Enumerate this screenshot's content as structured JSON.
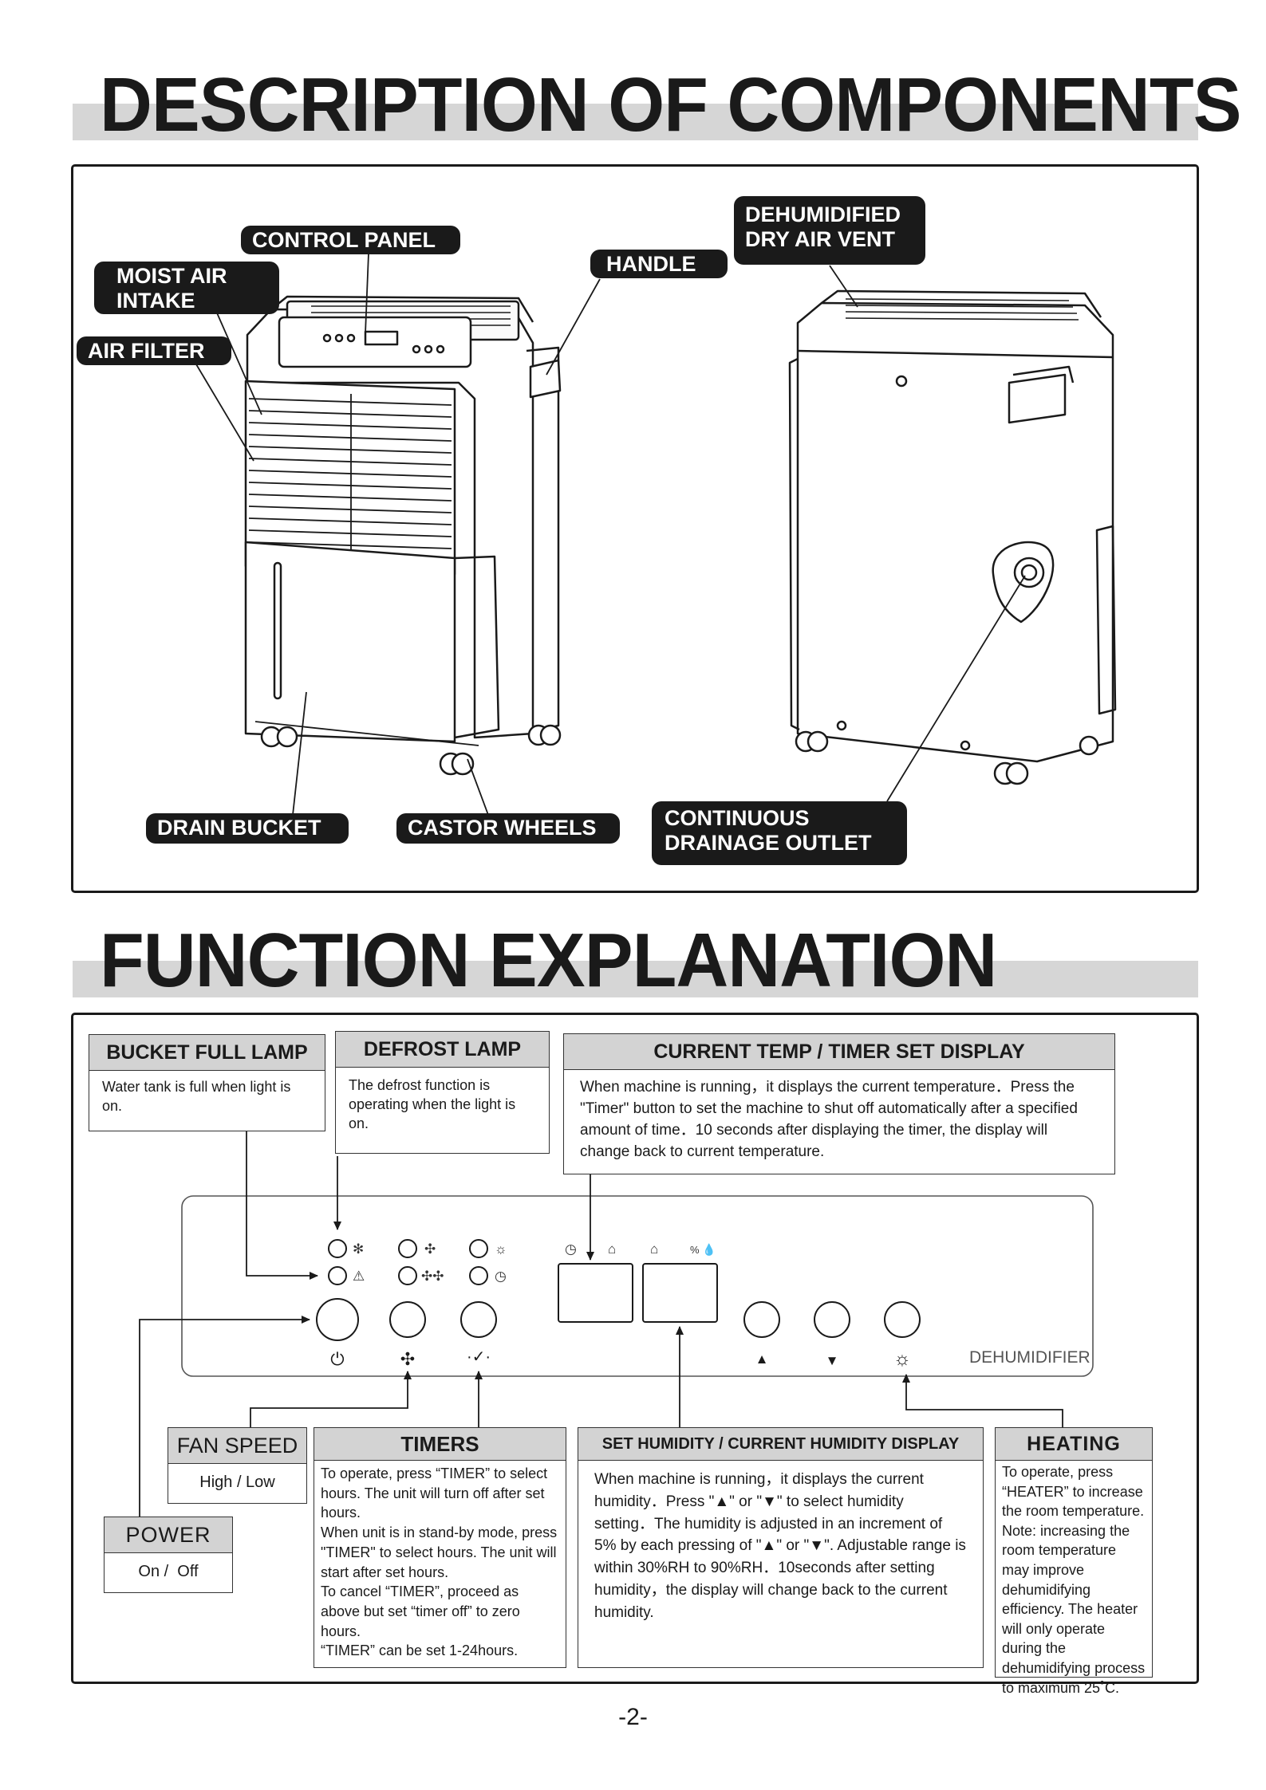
{
  "section1": {
    "title": "DESCRIPTION OF COMPONENTS",
    "labels": {
      "control_panel": "CONTROL PANEL",
      "moist_air_intake": [
        "MOIST AIR",
        "INTAKE"
      ],
      "air_filter": "AIR FILTER",
      "handle": "HANDLE",
      "dry_air_vent": [
        "DEHUMIDIFIED",
        "DRY AIR VENT"
      ],
      "drain_bucket": "DRAIN BUCKET",
      "castor_wheels": "CASTOR WHEELS",
      "drainage_outlet": [
        "CONTINUOUS",
        "DRAINAGE OUTLET"
      ]
    }
  },
  "section2": {
    "title": "FUNCTION EXPLANATION",
    "bucket_full": {
      "title": "BUCKET FULL LAMP",
      "text": "Water tank is full when light is on."
    },
    "defrost": {
      "title": "DEFROST LAMP",
      "text": "The defrost function is operating when the light is on."
    },
    "display": {
      "title": "CURRENT TEMP / TIMER SET DISPLAY",
      "text": "When machine is running，it displays the current temperature．Press the \"Timer\" button to set the machine to shut off automatically after a specified amount of time．10 seconds after displaying the timer, the display will change back to current temperature."
    },
    "fan_speed": {
      "title": "FAN SPEED",
      "text": "High / Low"
    },
    "power": {
      "title": "POWER",
      "text": "On /  Off"
    },
    "timers": {
      "title": "TIMERS",
      "text": "To operate, press “TIMER” to select hours. The unit will turn off after set hours.\nWhen unit is in stand-by mode, press \"TIMER\" to select hours. The unit will start after set hours.\nTo cancel “TIMER”, proceed as above but set “timer off” to zero hours.\n“TIMER” can be set 1-24hours."
    },
    "humidity": {
      "title": "SET HUMIDITY / CURRENT HUMIDITY DISPLAY",
      "text": "When machine is running，it displays the current humidity．Press \"▲\" or \"▼\" to select humidity setting．The humidity is adjusted in an increment of 5% by each pressing of \"▲\" or \"▼\". Adjustable range is within 30%RH to 90%RH．10seconds after setting humidity，the display will change back to the current humidity."
    },
    "heating": {
      "title": "HEATING",
      "text": "To operate, press “HEATER” to increase the room temperature.\nNote: increasing the room temperature may improve dehumidifying efficiency. The heater will only operate during the dehumidifying process to maximum 25˚C."
    },
    "panel_brand": "DEHUMIDIFIER",
    "panel_percent": "%"
  },
  "page_number": "-2-"
}
